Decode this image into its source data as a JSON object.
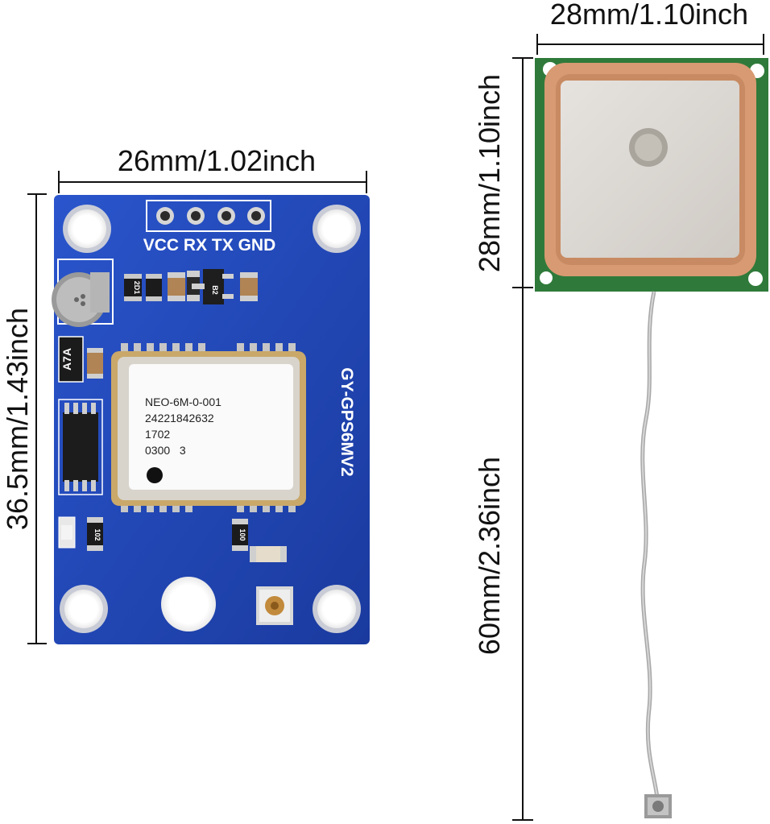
{
  "dimensions": {
    "module_width": "26mm/1.02inch",
    "module_height": "36.5mm/1.43inch",
    "antenna_width": "28mm/1.10inch",
    "antenna_height": "28mm/1.10inch",
    "cable_length": "60mm/2.36inch"
  },
  "module": {
    "pin_labels": "VCC RX TX GND",
    "board_name": "GY-GPS6MV2",
    "chip_lines": [
      "NEO-6M-0-001",
      "24221842632",
      "1702",
      "0300   3"
    ],
    "component_labels": {
      "resistor_1": "2D1",
      "resistor_2": "102",
      "resistor_3": "100",
      "regulator": "B2",
      "diode": "A7A"
    }
  },
  "colors": {
    "pcb_blue": "#1f47b8",
    "antenna_green": "#2f7a3a",
    "antenna_copper": "#d89a72",
    "antenna_silver": "#d9d6d2"
  }
}
